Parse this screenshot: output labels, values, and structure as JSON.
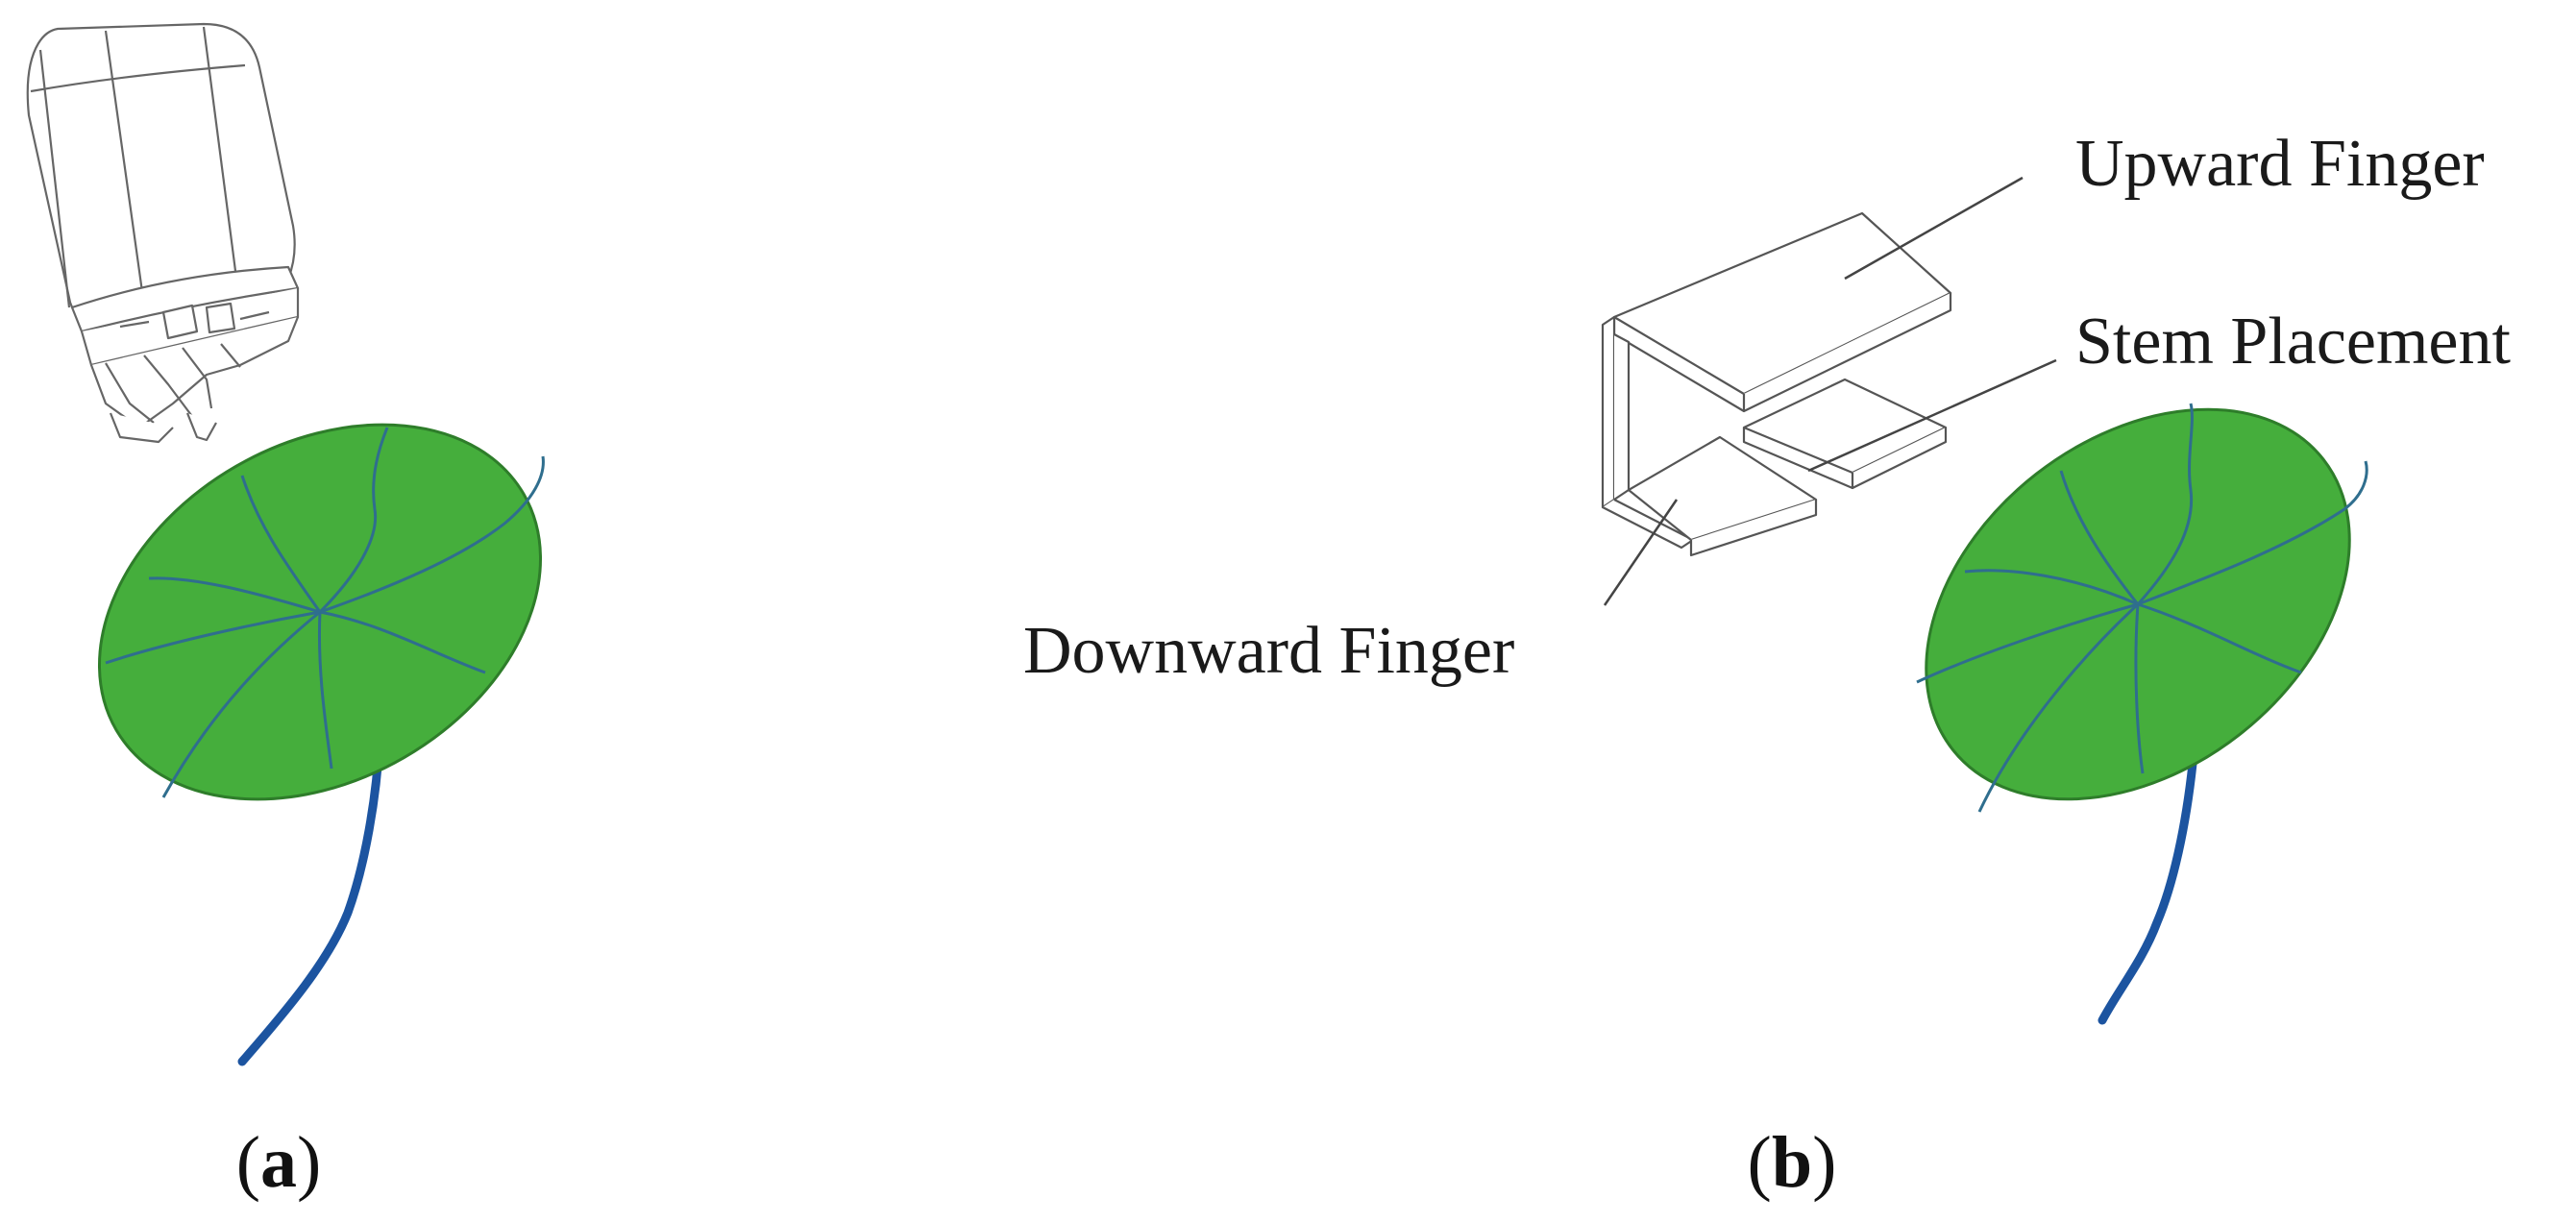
{
  "panels": [
    {
      "id": "a",
      "label_open": "(",
      "label_letter": "a",
      "label_close": ")"
    },
    {
      "id": "b",
      "label_open": "(",
      "label_letter": "b",
      "label_close": ")"
    }
  ],
  "callouts": {
    "upward_finger": "Upward Finger",
    "stem_placement": "Stem Placement",
    "downward_finger": "Downward Finger"
  },
  "colors": {
    "leaf_fill": "#45AE3C",
    "leaf_outline": "#2E7D2A",
    "vein": "#2F6E8E",
    "stem": "#1C54A0",
    "line_art": "#555555"
  }
}
